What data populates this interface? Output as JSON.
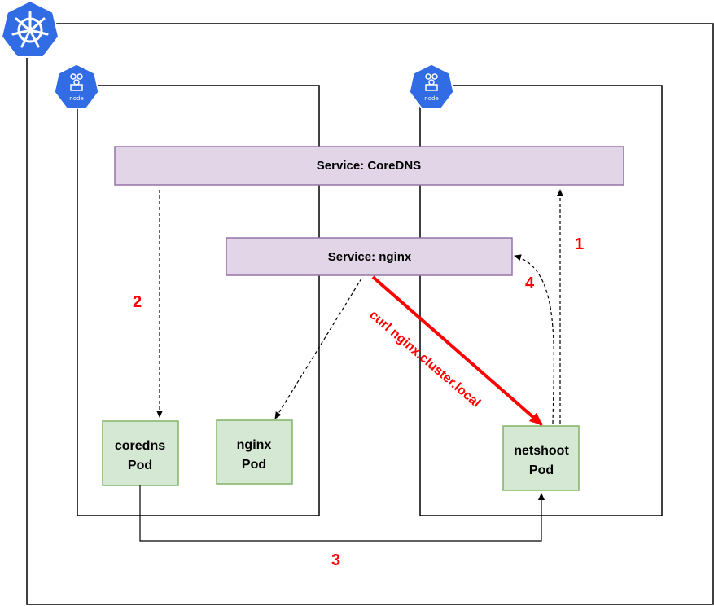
{
  "services": {
    "coredns": "Service: CoreDNS",
    "nginx": "Service: nginx"
  },
  "pods": {
    "coredns": [
      "coredns",
      "Pod"
    ],
    "nginx": [
      "nginx",
      "Pod"
    ],
    "netshoot": [
      "netshoot",
      "Pod"
    ]
  },
  "steps": {
    "one": "1",
    "two": "2",
    "three": "3",
    "four": "4"
  },
  "curl_label": "curl nginx.cluster.local",
  "node_icon_label": "node",
  "colors": {
    "service_fill": "#e1d5e7",
    "service_border": "#9673a6",
    "pod_fill": "#d5e8d4",
    "pod_border": "#82b366",
    "k8s_blue": "#326ce5",
    "step_red": "#ff0000",
    "line": "#000000"
  }
}
